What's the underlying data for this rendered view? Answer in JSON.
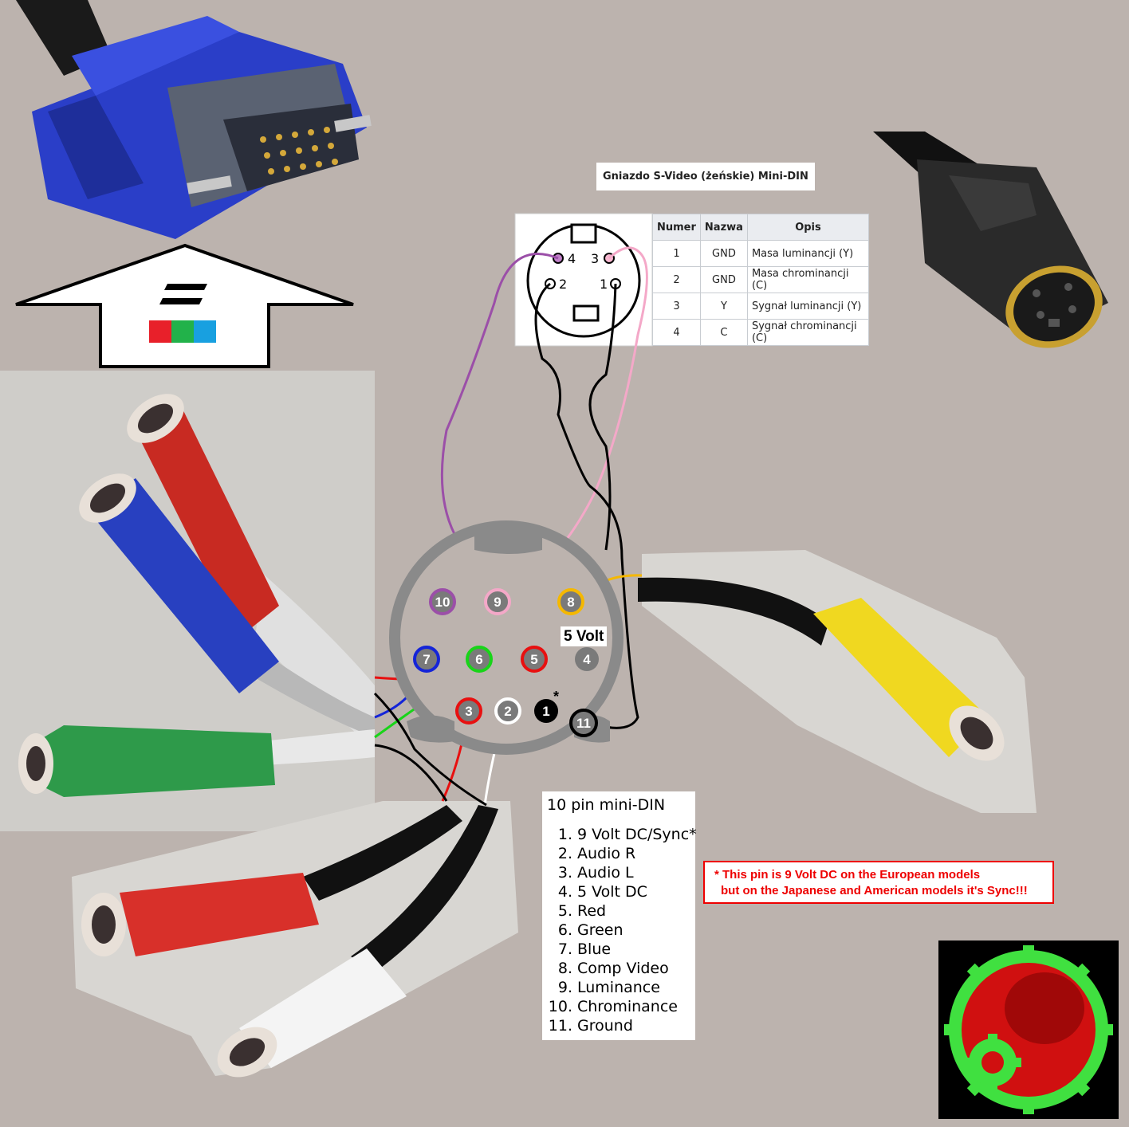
{
  "svideo": {
    "title": "Gniazdo S-Video (żeńskie) Mini-DIN",
    "headers": [
      "Numer",
      "Nazwa",
      "Opis"
    ],
    "rows": [
      [
        "1",
        "GND",
        "Masa luminancji (Y)"
      ],
      [
        "2",
        "GND",
        "Masa chrominancji (C)"
      ],
      [
        "3",
        "Y",
        "Sygnał luminancji (Y)"
      ],
      [
        "4",
        "C",
        "Sygnał chrominancji (C)"
      ]
    ],
    "socket_labels": [
      "4",
      "3",
      "2",
      "1"
    ]
  },
  "din": {
    "pins": [
      {
        "label": "10",
        "color": "#9b4fa8"
      },
      {
        "label": "9",
        "color": "#f4a8c8"
      },
      {
        "label": "8",
        "color": "#f5b800"
      },
      {
        "label": "7",
        "color": "#1424d8"
      },
      {
        "label": "6",
        "color": "#19d419"
      },
      {
        "label": "5",
        "color": "#e81010"
      },
      {
        "label": "4",
        "color": "#7a7a7a"
      },
      {
        "label": "3",
        "color": "#e81010"
      },
      {
        "label": "2",
        "color": "#ffffff"
      },
      {
        "label": "1",
        "color": "#000000"
      },
      {
        "label": "11",
        "color": "#000000"
      }
    ],
    "asterisk": "*",
    "five_volt_label": "5 Volt"
  },
  "legend": {
    "title": "10 pin mini-DIN",
    "items": [
      {
        "n": "1.",
        "text": "9 Volt DC/Sync*"
      },
      {
        "n": "2.",
        "text": "Audio R"
      },
      {
        "n": "3.",
        "text": "Audio L"
      },
      {
        "n": "4.",
        "text": "5 Volt DC"
      },
      {
        "n": "5.",
        "text": "Red"
      },
      {
        "n": "6.",
        "text": "Green"
      },
      {
        "n": "7.",
        "text": "Blue"
      },
      {
        "n": "8.",
        "text": "Comp Video"
      },
      {
        "n": "9.",
        "text": "Luminance"
      },
      {
        "n": "10.",
        "text": "Chrominance"
      },
      {
        "n": "11.",
        "text": "Ground"
      }
    ]
  },
  "note": {
    "line1": "* This pin is 9 Volt DC on the European models",
    "line2": "but on the Japanese and American models it's Sync!!!"
  },
  "colors": {
    "background": "#bcb3ae",
    "vga_blue": "#2a3ec8",
    "rca_red": "#d8302a",
    "rca_green": "#2e9a4a",
    "rca_blue": "#2840c0",
    "rca_yellow": "#f0d820",
    "rca_white": "#f4f4f4",
    "logo_green": "#40e040",
    "logo_red": "#d01010",
    "wire_purple": "#9b4fa8",
    "wire_pink": "#f4a8c8"
  },
  "icons": {
    "vga_connector": "vga-connector-icon",
    "svideo_plug": "svideo-plug-icon",
    "rca_plugs": "rca-plug-icon",
    "logo": "gear-logo-icon",
    "arrow": "up-arrow-icon"
  }
}
